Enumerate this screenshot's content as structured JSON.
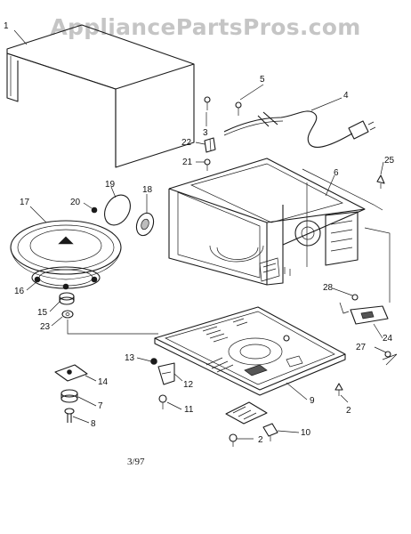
{
  "watermark": "AppliancePartsPros.com",
  "date_code": "3/97",
  "callouts": [
    "1",
    "2",
    "2",
    "3",
    "4",
    "5",
    "6",
    "7",
    "8",
    "9",
    "10",
    "11",
    "12",
    "13",
    "14",
    "15",
    "16",
    "17",
    "18",
    "19",
    "20",
    "21",
    "22",
    "23",
    "24",
    "25",
    "27",
    "28"
  ]
}
